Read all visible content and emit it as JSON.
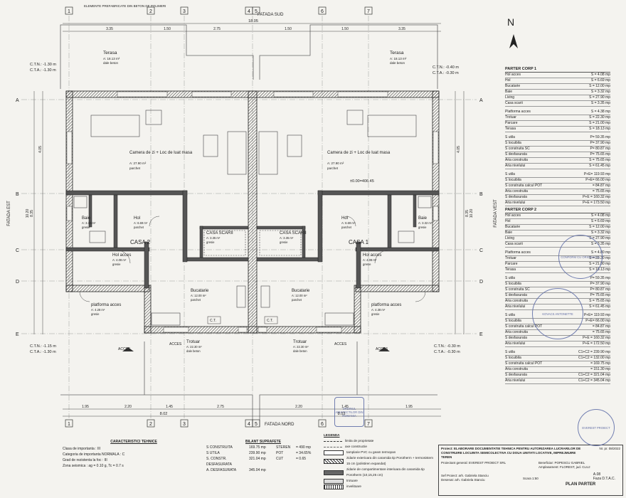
{
  "north_label": "N",
  "grid": {
    "top_axes": [
      "1",
      "2",
      "3",
      "4",
      "5",
      "6",
      "7"
    ],
    "bottom_axes": [
      "1",
      "2",
      "3",
      "4",
      "5",
      "6",
      "7"
    ],
    "side_axes": [
      "A",
      "B",
      "C",
      "D",
      "E"
    ]
  },
  "facades": {
    "south": "FATADA SUD",
    "north": "FATADA NORD",
    "east": "FATADA EST",
    "west": "FATADA VEST"
  },
  "note_top": "ELEMENTE PREFABRICATE DIN BETON DE POLIMERI",
  "dims": {
    "overall": "18.05",
    "top_row": [
      "3.35",
      "1.50",
      "2.75",
      "1.50",
      "1.50",
      "3.35"
    ],
    "bottom_row": [
      "1.95",
      "2.20",
      "1.45",
      "2.75",
      "2.20",
      "1.45",
      "1.95"
    ],
    "bottom_totals": [
      "8.02",
      "8.03"
    ],
    "side_left": [
      "4.05",
      "8.35",
      "10.20"
    ],
    "side_right": [
      "4.05",
      "8.35",
      "10.20"
    ]
  },
  "levels": {
    "left_top": [
      "C.T.N.: -1.30 m",
      "C.T.A.: -1.30 m"
    ],
    "right_top": [
      "C.T.N.: -0.40 m",
      "C.T.A.: -0.30 m"
    ],
    "left_bottom": [
      "C.T.N.: -1.15 m",
      "C.T.A.: -1.30 m"
    ],
    "right_bottom": [
      "C.T.N.: -0.30 m",
      "C.T.A.: -0.30 m"
    ],
    "floor": "±0.00=406.45"
  },
  "rooms": [
    {
      "name": "Terasa",
      "area": "A: 18.13 m²",
      "finish": "dale beton"
    },
    {
      "name": "Terasa",
      "area": "A: 18.13 m²",
      "finish": "dale beton"
    },
    {
      "name": "Camera de zi + Loc de luat masa",
      "area": "A: 27.90 m²",
      "finish": "parchet"
    },
    {
      "name": "Camera de zi + Loc de luat masa",
      "area": "A: 27.90 m²",
      "finish": "parchet"
    },
    {
      "name": "Baie",
      "area": "A: 3.32 m²",
      "finish": "gresie"
    },
    {
      "name": "Hol",
      "area": "A: 6.69 m²",
      "finish": "parchet"
    },
    {
      "name": "CASA SCARII",
      "area": "A: 3.35 m²",
      "finish": "gresie"
    },
    {
      "name": "CASA SCARII",
      "area": "A: 3.35 m²",
      "finish": "gresie"
    },
    {
      "name": "Hol",
      "area": "A: 6.69 m²",
      "finish": "parchet"
    },
    {
      "name": "Baie",
      "area": "A: 3.32 m²",
      "finish": "gresie"
    },
    {
      "name": "Hol acces",
      "area": "A: 4.08 m²",
      "finish": "gresie"
    },
    {
      "name": "Hol acces",
      "area": "A: 4.08 m²",
      "finish": "gresie"
    },
    {
      "name": "Bucatarie",
      "area": "A: 12.00 m²",
      "finish": "parchet"
    },
    {
      "name": "Bucatarie",
      "area": "A: 12.00 m²",
      "finish": "parchet"
    },
    {
      "name": "platforma acces",
      "area": "A: 4.28 m²",
      "finish": "gresie"
    },
    {
      "name": "platforma acces",
      "area": "A: 4.38 m²",
      "finish": "gresie"
    },
    {
      "name": "Trotuar",
      "area": "A: 22.30 m²",
      "finish": "dale beton"
    },
    {
      "name": "Trotuar",
      "area": "A: 22.30 m²",
      "finish": "dale beton"
    }
  ],
  "house_labels": [
    "CASA 2",
    "CASA 1"
  ],
  "access_labels": [
    "ACCES",
    "ACCES",
    "ACCES",
    "ACCES"
  ],
  "ct_labels": [
    "C.T.",
    "C.T."
  ],
  "areas_table": {
    "corp1_title": "PARTER CORP 1",
    "corp1_rooms": [
      [
        "Hol acces",
        "S = 4.08 mp"
      ],
      [
        "Hol",
        "S = 6.69 mp"
      ],
      [
        "Bucatarie",
        "S = 12.00 mp"
      ],
      [
        "Baie",
        "S = 3.32 mp"
      ],
      [
        "Living",
        "S = 27.90 mp"
      ],
      [
        "Casa scarii",
        "S = 3.35 mp"
      ]
    ],
    "corp1_ext": [
      [
        "Platforma acces",
        "S = 4.38 mp"
      ],
      [
        "Trotuar",
        "S = 22.30 mp"
      ],
      [
        "Parcare",
        "S = 21.00 mp"
      ],
      [
        "Terasa",
        "S = 18.13 mp"
      ]
    ],
    "corp1_totals": [
      [
        "S utila",
        "P= 59.35 mp"
      ],
      [
        "S locuibila",
        "P= 37.90 mp"
      ],
      [
        "S construita SC",
        "P= 80.87 mp"
      ],
      [
        "S desfasurata",
        "P= 75.65 mp"
      ],
      [
        "Aria construita",
        "S = 75.65 mp"
      ],
      [
        "Aria nivelului",
        "S = 61.45 mp"
      ]
    ],
    "corp1_sum": [
      [
        "S utila",
        "P+E= 119.93 mp"
      ],
      [
        "S locuibila",
        "P+E= 66.00 mp"
      ],
      [
        "S construita calcul POT",
        "= 84.87 mp"
      ],
      [
        "Aria construita",
        "= 75.65 mp"
      ],
      [
        "S desfasurata",
        "P+E = 160.32 mp"
      ],
      [
        "Aria nivelului",
        "P+E = 173.50 mp"
      ]
    ],
    "corp2_title": "PARTER CORP 2",
    "corp2_rooms": [
      [
        "Hol acces",
        "S = 4.08 mp"
      ],
      [
        "Hol",
        "S = 6.69 mp"
      ],
      [
        "Bucatarie",
        "S = 12.00 mp"
      ],
      [
        "Baie",
        "S = 3.32 mp"
      ],
      [
        "Living",
        "S = 27.90 mp"
      ],
      [
        "Casa scarii",
        "S = 3.35 mp"
      ]
    ],
    "corp2_ext": [
      [
        "Platforma acces",
        "S = 4.80 mp"
      ],
      [
        "Trotuar",
        "S = 22.30 mp"
      ],
      [
        "Parcare",
        "S = 21.00 mp"
      ],
      [
        "Terasa",
        "S = 18.13 mp"
      ]
    ],
    "corp2_totals": [
      [
        "S utila",
        "P= 59.35 mp"
      ],
      [
        "S locuibila",
        "P= 37.90 mp"
      ],
      [
        "S construita SC",
        "P= 80.87 mp"
      ],
      [
        "S desfasurata",
        "P= 75.65 mp"
      ],
      [
        "Aria construita",
        "S = 75.65 mp"
      ],
      [
        "Aria nivelului",
        "S = 61.45 mp"
      ]
    ],
    "corp2_sum": [
      [
        "S utila",
        "P+E= 119.93 mp"
      ],
      [
        "S locuibila",
        "P+E= 66.00 mp"
      ],
      [
        "S construita calcul POT",
        "= 84.87 mp"
      ],
      [
        "Aria construita",
        "= 75.65 mp"
      ],
      [
        "S desfasurata",
        "P+E = 160.32 mp"
      ],
      [
        "Aria nivelului",
        "P+E = 172.50 mp"
      ]
    ],
    "grand": [
      [
        "S utila",
        "C1+C2 = 239.90 mp"
      ],
      [
        "S locuibila",
        "C1+C2 = 132.00 mp"
      ],
      [
        "S construita calcul POT",
        "= 169.75 mp"
      ],
      [
        "Aria construita",
        "= 151.30 mp"
      ],
      [
        "S desfasurata",
        "C1+C2 = 321.04 mp"
      ],
      [
        "Aria nivelului",
        "C1+C2 = 345.04 mp"
      ]
    ]
  },
  "technical": {
    "title": "CARACTERISTICI TEHNICE",
    "lines": [
      "Clasa de importanta : III",
      "Categoria de importanta NORMALA : C",
      "Grad de rezistenta la foc : III",
      "Zona seismica : ag = 0.10 g, Tc = 0.7 s"
    ]
  },
  "bilant": {
    "title": "BILANT SUPRAFETE",
    "rows": [
      [
        "S CONSTRUITA",
        "169.75 mp",
        "STEREN",
        "= 490 mp"
      ],
      [
        "S UTILA",
        "239.90 mp",
        "POT",
        "= 34.65%"
      ],
      [
        "S. CONSTR. DESFASURATA",
        "321.04 mp",
        "CUT",
        "= 0.65"
      ],
      [
        "A. DESFASURATA",
        "345.04 mp",
        "",
        ""
      ]
    ]
  },
  "legend": {
    "title": "LEGENDA",
    "items": [
      "limita de proprietate",
      "axe constructie",
      "tamplarie PVC cu geam termopan",
      "zidarie exterioara din caramida tip Porotherm + termosistem 15 cm (polistiren expandat)",
      "zidarie de compartimentare interioara din caramida tip Porotherm (10,15,25 cm)",
      "trotuare",
      "invelitoare"
    ]
  },
  "title_block": {
    "project": "Proiect: ELABORARE DOCUMENTATIE TEHNICA PENTRU AUTORIZAREA LUCRARILOR DE CONSTRUIRE LOCUINTA SEMICOLECTIVA CU DOUA UNITATI LOCATIVE, IMPREJMUIRE TEREN",
    "designer": "Proiectant general: EVEREST PROIECT SRL",
    "beneficiary": "Beneficiar: POPESCU GABRIEL",
    "location": "Amplasament: FLOREST, jud. CLUJ",
    "chief": "Sef Proiect: arh. Gabriela Stanciu",
    "drawn": "Desenat: arh. Gabriela Stanciu",
    "number": "Nr. pr. 08/2022",
    "scale": "Scara 1:50",
    "sheet": "A.08",
    "phase": "Faza D.T.A.C.",
    "plan_name": "PLAN PARTER"
  },
  "stamps": [
    "CONFORM CU ORIGINALUL",
    "KOVACS ANTONETTE",
    "ORDINUL ARHITECTILOR DIN ROMANIA",
    "EVEREST PROIECT"
  ]
}
